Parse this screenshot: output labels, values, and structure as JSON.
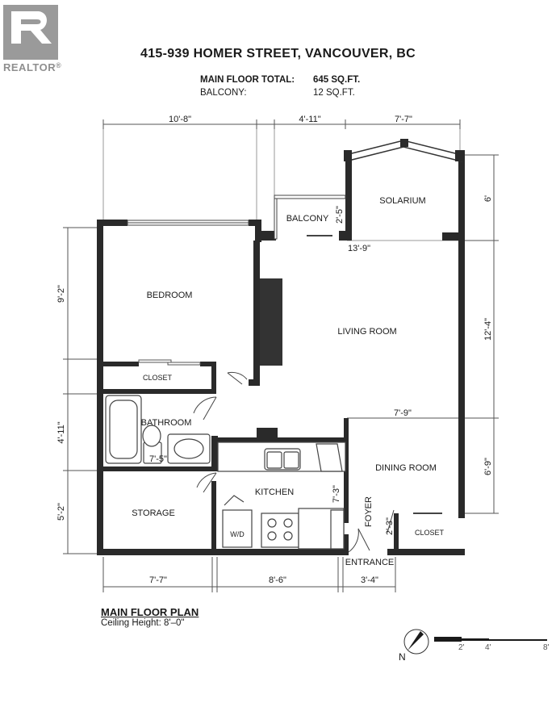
{
  "logo": {
    "text": "REALTOR",
    "mark": "®",
    "color": "#9a9a9a"
  },
  "title": "415-939 HOMER STREET, VANCOUVER, BC",
  "areas": [
    {
      "label": "MAIN FLOOR TOTAL:",
      "value": "645 SQ.FT."
    },
    {
      "label": "BALCONY:",
      "value": "12 SQ.FT."
    }
  ],
  "plan_title": "MAIN FLOOR PLAN",
  "ceiling_height": "Ceiling Height: 8'–0\"",
  "rooms": {
    "bedroom": "BEDROOM",
    "closet_bedroom": "CLOSET",
    "bathroom": "BATHROOM",
    "storage": "STORAGE",
    "kitchen": "KITCHEN",
    "living": "LIVING ROOM",
    "dining": "DINING ROOM",
    "solarium": "SOLARIUM",
    "balcony": "BALCONY",
    "foyer": "FOYER",
    "closet_dining": "CLOSET",
    "entrance": "ENTRANCE",
    "wd": "W/D"
  },
  "dims": {
    "top_bedroom": "10'-8\"",
    "top_balcony": "4'-11\"",
    "top_solarium": "7'-7\"",
    "bottom_storage": "7'-7\"",
    "bottom_kitchen": "8'-6\"",
    "bottom_entrance": "3'-4\"",
    "left_bedroom": "9'-2\"",
    "left_bathroom": "4'-11\"",
    "left_storage": "5'-2\"",
    "right_solarium": "6'",
    "right_living": "12'-4\"",
    "right_dining": "6'-9\"",
    "living_width": "13'-9\"",
    "dining_width": "7'-9\"",
    "bath_width": "7'-5\"",
    "balcony_depth": "2'-5\"",
    "kitchen_depth": "7'-3\"",
    "foyer_width": "2'-3\""
  },
  "north": "N",
  "scale": [
    "2'",
    "4'",
    "8'"
  ]
}
